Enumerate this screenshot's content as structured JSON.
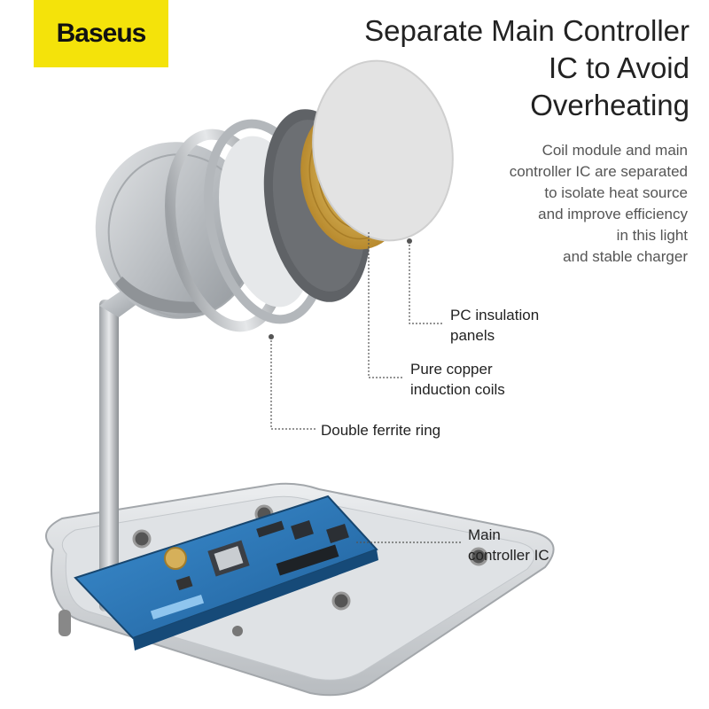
{
  "brand": {
    "name": "Baseus",
    "color": "#f4e30a"
  },
  "headline": {
    "line1": "Separate Main Controller",
    "line2": "IC to Avoid",
    "line3": "Overheating"
  },
  "description": {
    "line1": "Coil module and main",
    "line2": "controller IC are separated",
    "line3": "to isolate heat source",
    "line4": "and improve efficiency",
    "line5": "in this light",
    "line6": "and stable charger"
  },
  "callouts": {
    "pc_insulation": {
      "line1": "PC insulation",
      "line2": "panels"
    },
    "copper_coils": {
      "line1": "Pure copper",
      "line2": "induction coils"
    },
    "ferrite_ring": {
      "line1": "Double ferrite ring"
    },
    "main_ic": {
      "line1": "Main",
      "line2": "controller IC"
    }
  },
  "colors": {
    "pcb": "#2f7fc0",
    "copper": "#c9a24a",
    "ferrite": "#6a6a6a",
    "aluminum": "#c6c9cc",
    "leader_line": "#555555"
  }
}
